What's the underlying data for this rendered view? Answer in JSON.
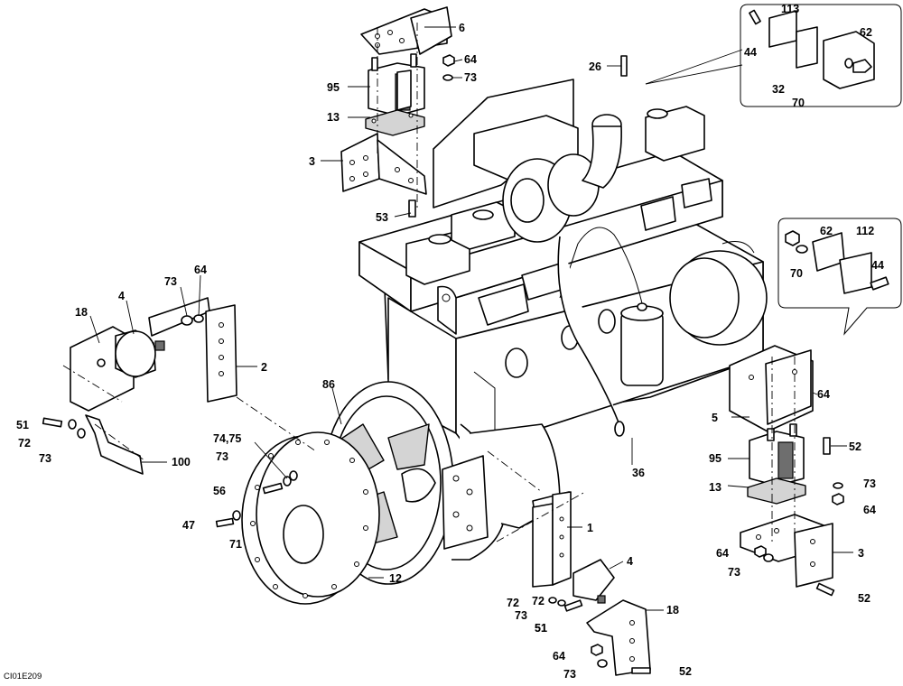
{
  "drawing_code": "CI01E209",
  "callouts": [
    {
      "id": "c6",
      "text": "6"
    },
    {
      "id": "c64a",
      "text": "64"
    },
    {
      "id": "c73a",
      "text": "73"
    },
    {
      "id": "c95a",
      "text": "95"
    },
    {
      "id": "c13a",
      "text": "13"
    },
    {
      "id": "c3a",
      "text": "3"
    },
    {
      "id": "c53",
      "text": "53"
    },
    {
      "id": "c26",
      "text": "26"
    },
    {
      "id": "c44a",
      "text": "44"
    },
    {
      "id": "c113",
      "text": "113"
    },
    {
      "id": "c62a",
      "text": "62"
    },
    {
      "id": "c32",
      "text": "32"
    },
    {
      "id": "c70a",
      "text": "70"
    },
    {
      "id": "c62b",
      "text": "62"
    },
    {
      "id": "c112",
      "text": "112"
    },
    {
      "id": "c70b",
      "text": "70"
    },
    {
      "id": "c44b",
      "text": "44"
    },
    {
      "id": "c73b",
      "text": "73"
    },
    {
      "id": "c64b",
      "text": "64"
    },
    {
      "id": "c4a",
      "text": "4"
    },
    {
      "id": "c18a",
      "text": "18"
    },
    {
      "id": "c2",
      "text": "2"
    },
    {
      "id": "c51a",
      "text": "51"
    },
    {
      "id": "c72a",
      "text": "72"
    },
    {
      "id": "c73c",
      "text": "73"
    },
    {
      "id": "c100",
      "text": "100"
    },
    {
      "id": "c86",
      "text": "86"
    },
    {
      "id": "c7475",
      "text": "74,75"
    },
    {
      "id": "c73d",
      "text": "73"
    },
    {
      "id": "c56",
      "text": "56"
    },
    {
      "id": "c47",
      "text": "47"
    },
    {
      "id": "c71",
      "text": "71"
    },
    {
      "id": "c12",
      "text": "12"
    },
    {
      "id": "c36",
      "text": "36"
    },
    {
      "id": "c72b",
      "text": "72"
    },
    {
      "id": "c51b",
      "text": "51"
    },
    {
      "id": "c64c",
      "text": "64"
    },
    {
      "id": "c5",
      "text": "5"
    },
    {
      "id": "c52a",
      "text": "52"
    },
    {
      "id": "c95b",
      "text": "95"
    },
    {
      "id": "c13b",
      "text": "13"
    },
    {
      "id": "c73e",
      "text": "73"
    },
    {
      "id": "c64d",
      "text": "64"
    },
    {
      "id": "c64e",
      "text": "64"
    },
    {
      "id": "c3b",
      "text": "3"
    },
    {
      "id": "c73f",
      "text": "73"
    },
    {
      "id": "c52b",
      "text": "52"
    },
    {
      "id": "c1",
      "text": "1"
    },
    {
      "id": "c4b",
      "text": "4"
    },
    {
      "id": "c72c",
      "text": "72"
    },
    {
      "id": "c73g",
      "text": "73"
    },
    {
      "id": "c51c",
      "text": "51"
    },
    {
      "id": "c18b",
      "text": "18"
    },
    {
      "id": "c64f",
      "text": "64"
    },
    {
      "id": "c73h",
      "text": "73"
    },
    {
      "id": "c52c",
      "text": "52"
    }
  ]
}
